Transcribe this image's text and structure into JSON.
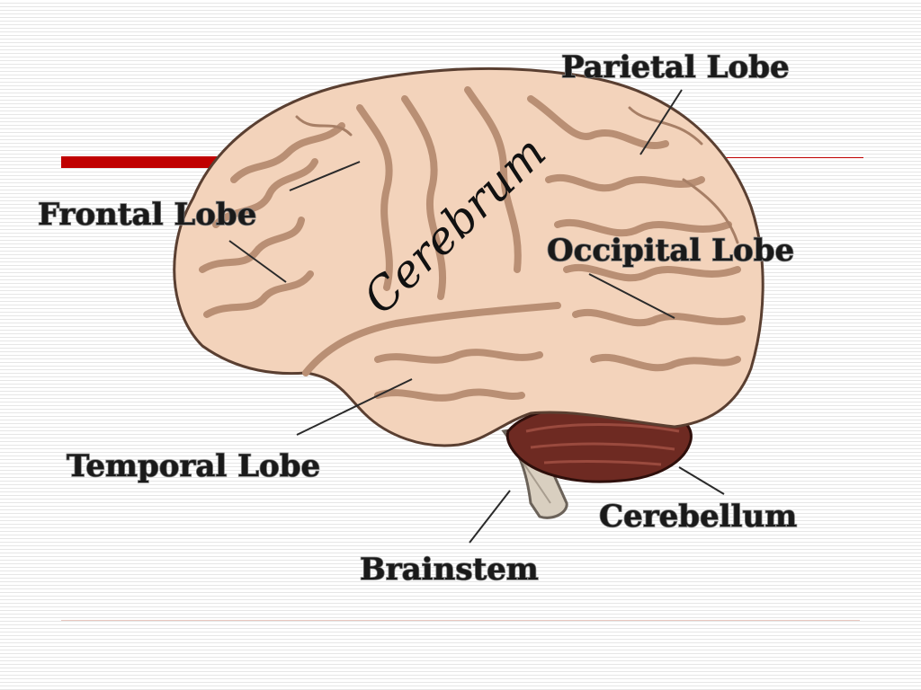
{
  "labels": {
    "parietal": "Parietal Lobe",
    "frontal": "Frontal Lobe",
    "occipital": "Occipital Lobe",
    "temporal": "Temporal Lobe",
    "cerebellum": "Cerebellum",
    "brainstem": "Brainstem",
    "cerebrum": "Cerebrum"
  },
  "colors": {
    "accent_red": "#c00000",
    "brain_tissue": "#f3d3bb",
    "sulcus": "#b98f74",
    "cerebellum": "#6e2a22",
    "brainstem": "#d9cfc0"
  }
}
